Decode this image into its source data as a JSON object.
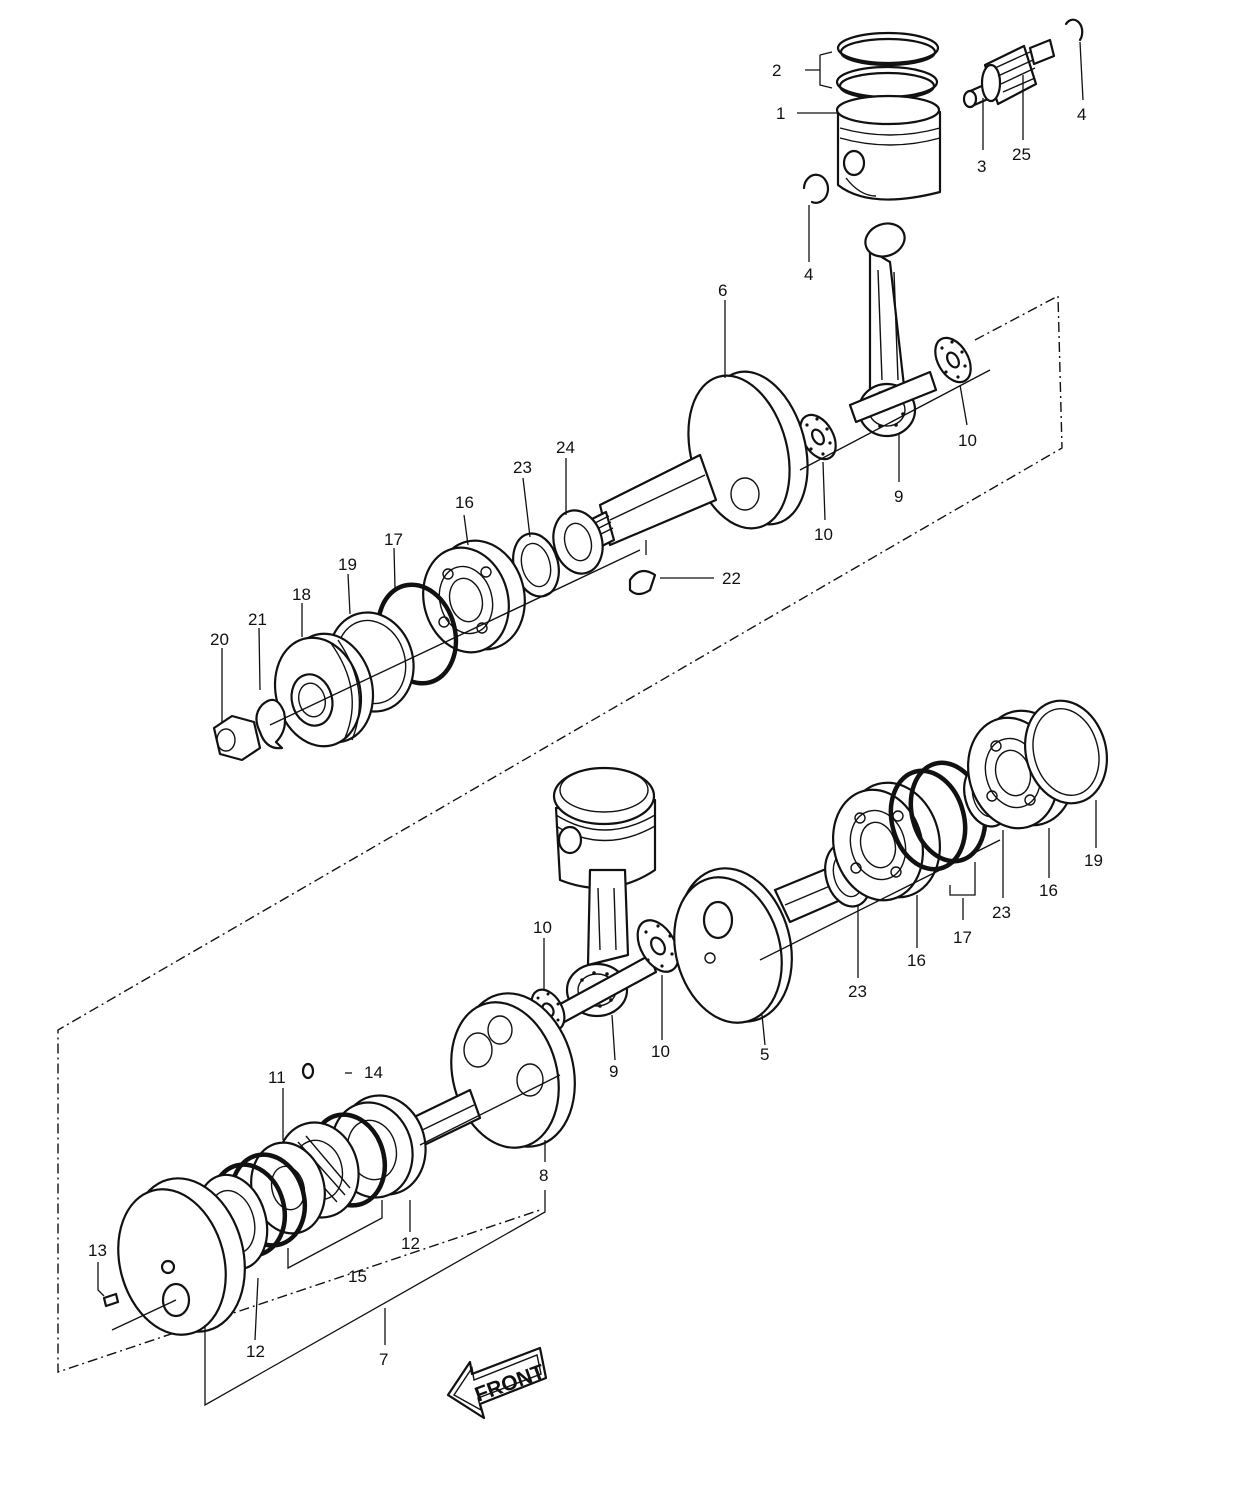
{
  "diagram": {
    "callouts": {
      "c1": "1",
      "c2": "2",
      "c3": "3",
      "c4a": "4",
      "c4b": "4",
      "c25": "25",
      "c6": "6",
      "c10a": "10",
      "c10b": "10",
      "c9a": "9",
      "c24": "24",
      "c23a": "23",
      "c16a": "16",
      "c17a": "17",
      "c19a": "19",
      "c18": "18",
      "c21": "21",
      "c20": "20",
      "c22": "22",
      "c19b": "19",
      "c16b": "16",
      "c23b": "23",
      "c17b": "17",
      "c16c": "16",
      "c23c": "23",
      "c10c": "10",
      "c10d": "10",
      "c9b": "9",
      "c5": "5",
      "c11": "11",
      "c14": "14",
      "c8": "8",
      "c12a": "12",
      "c12b": "12",
      "c13": "13",
      "c15": "15",
      "c7": "7"
    },
    "front_label": "FRONT"
  }
}
